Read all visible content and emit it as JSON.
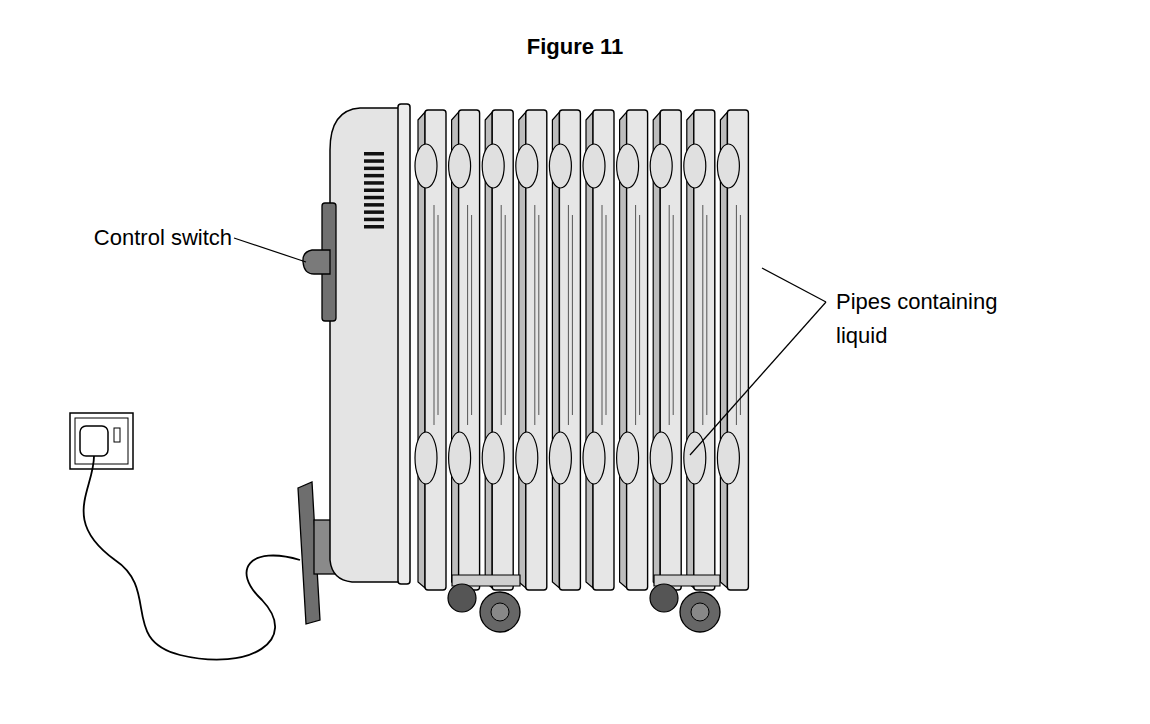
{
  "diagram": {
    "title": "Figure 11",
    "labels": [
      "Control switch",
      "Pipes containing liquid"
    ]
  }
}
